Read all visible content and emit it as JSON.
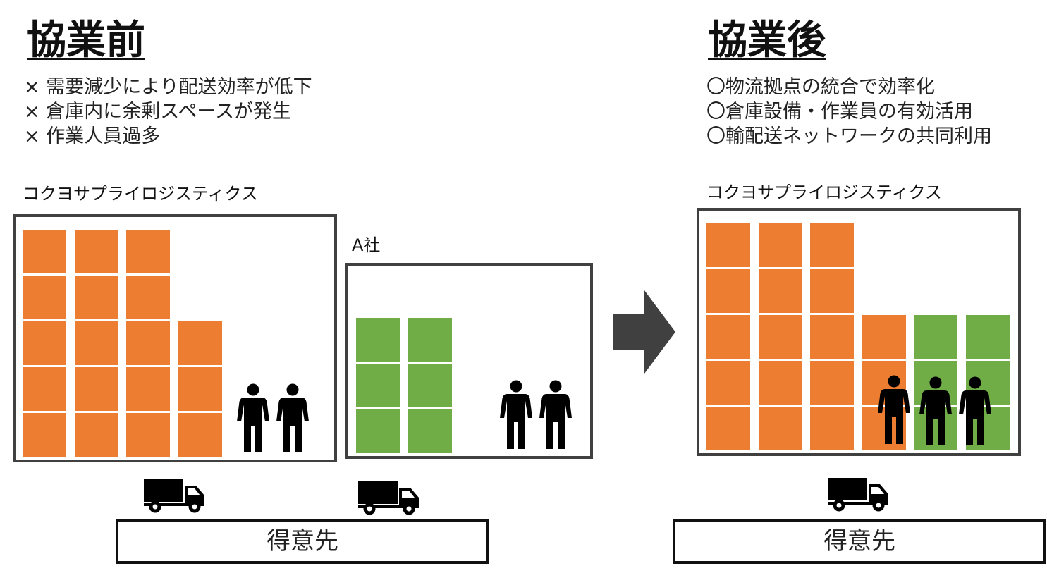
{
  "before": {
    "heading": "協業前",
    "bullets": [
      "× 需要減少により配送効率が低下",
      "× 倉庫内に余剰スペースが発生",
      "× 作業人員過多"
    ],
    "warehouse_label": "コクヨサプライロジスティクス",
    "partner_label": "A社",
    "destination_label": "得意先"
  },
  "after": {
    "heading": "協業後",
    "bullets": [
      "〇物流拠点の統合で効率化",
      "〇倉庫設備・作業員の有効活用",
      "〇輸配送ネットワークの共同利用"
    ],
    "warehouse_label": "コクヨサプライロジスティクス",
    "destination_label": "得意先"
  },
  "colors": {
    "kokuyo_stock": "#ED7D31",
    "partner_stock": "#70AD47",
    "arrow": "#404040",
    "border": "#404040"
  },
  "icons": [
    "person-icon",
    "truck-icon",
    "right-arrow-icon"
  ]
}
